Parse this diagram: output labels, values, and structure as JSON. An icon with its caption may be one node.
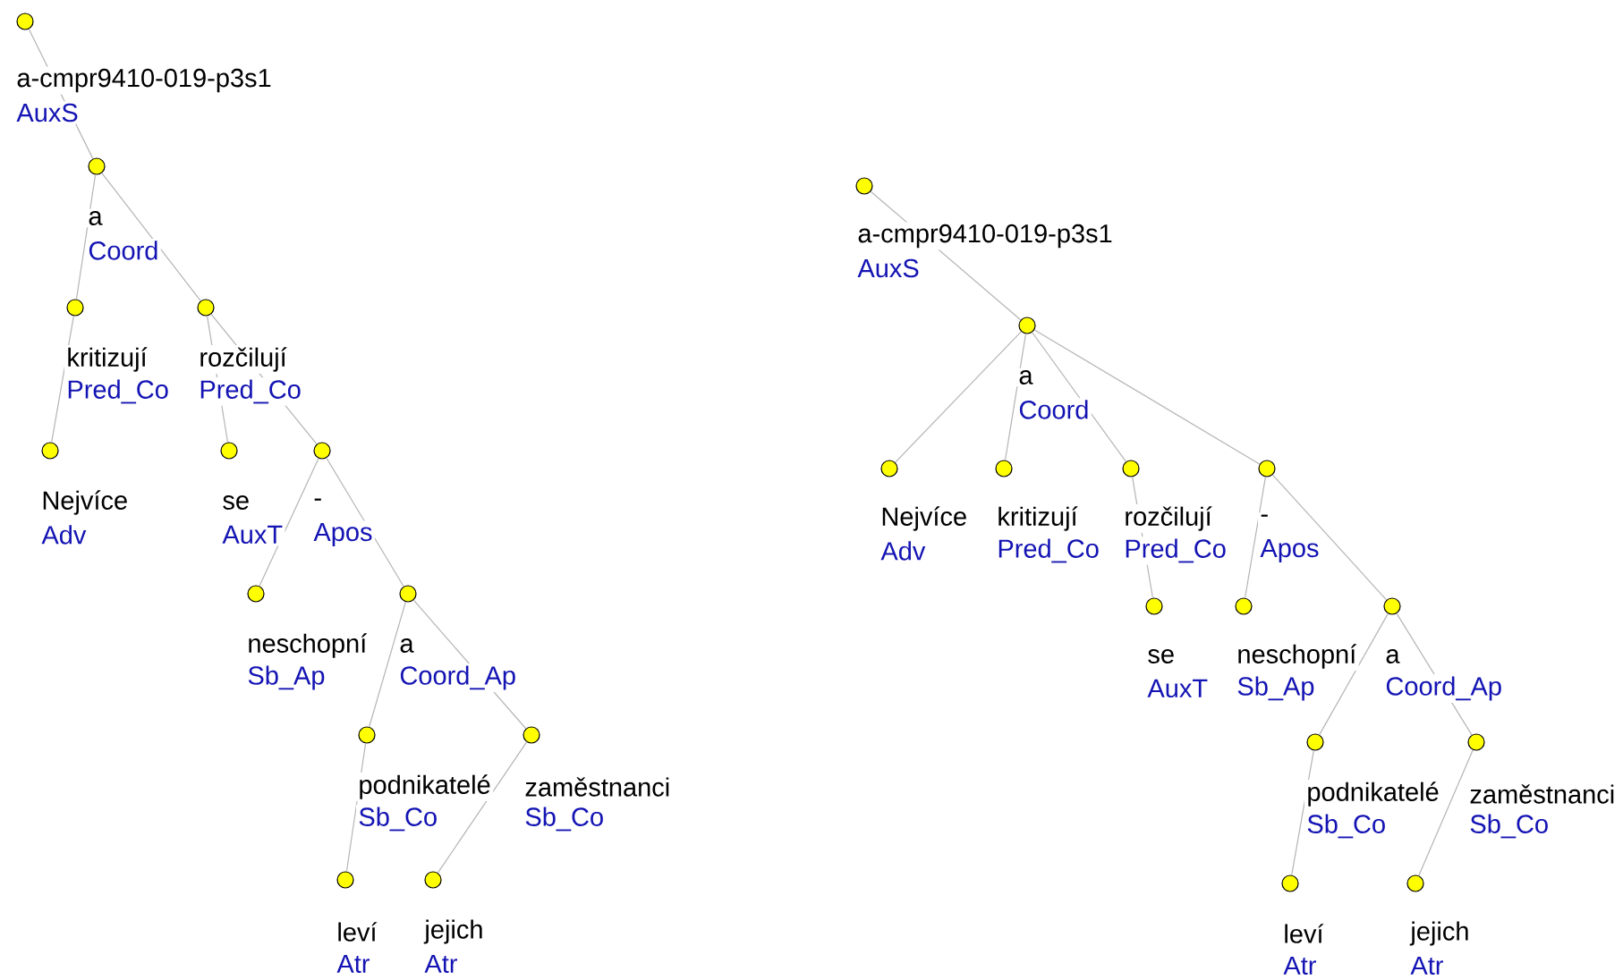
{
  "diagram": {
    "nodes": [
      {
        "text": [
          "a-cmpr9410-019-p3s1",
          "AuxS"
        ]
      },
      {
        "text": [
          "a",
          "Coord"
        ]
      },
      {
        "text": [
          "kritizují",
          "Pred_Co"
        ]
      },
      {
        "text": [
          "rozčilují",
          "Pred_Co"
        ]
      },
      {
        "text": [
          "Nejvíce",
          "Adv"
        ]
      },
      {
        "text": [
          "se",
          "AuxT"
        ]
      },
      {
        "text": [
          "-",
          "Apos"
        ]
      },
      {
        "text": [
          "neschopní",
          "Sb_Ap"
        ]
      },
      {
        "text": [
          "a",
          "Coord_Ap"
        ]
      },
      {
        "text": [
          "podnikatelé",
          "Sb_Co"
        ]
      },
      {
        "text": [
          "zaměstnanci",
          "Sb_Co"
        ]
      },
      {
        "text": [
          "leví",
          "Atr"
        ]
      },
      {
        "text": [
          "jejich",
          "Atr"
        ]
      },
      {
        "text": [
          "a-cmpr9410-019-p3s1",
          "AuxS"
        ]
      },
      {
        "text": [
          "a",
          "Coord"
        ]
      },
      {
        "text": [
          "Nejvíce",
          "Adv"
        ]
      },
      {
        "text": [
          "kritizují",
          "Pred_Co"
        ]
      },
      {
        "text": [
          "rozčilují",
          "Pred_Co"
        ]
      },
      {
        "text": [
          "-",
          "Apos"
        ]
      },
      {
        "text": [
          "se",
          "AuxT"
        ]
      },
      {
        "text": [
          "neschopní",
          "Sb_Ap"
        ]
      },
      {
        "text": [
          "a",
          "Coord_Ap"
        ]
      },
      {
        "text": [
          "podnikatelé",
          "Sb_Co"
        ]
      },
      {
        "text": [
          "zaměstnanci",
          "Sb_Co"
        ]
      },
      {
        "text": [
          "leví",
          "Atr"
        ]
      },
      {
        "text": [
          "jejich",
          "Atr"
        ]
      }
    ],
    "edges": [
      {
        "from": 0,
        "to": 1,
        "arrow": "none"
      },
      {
        "from": 1,
        "to": 2,
        "arrow": "none"
      },
      {
        "from": 1,
        "to": 3,
        "arrow": "none"
      },
      {
        "from": 2,
        "to": 4,
        "arrow": "none"
      },
      {
        "from": 3,
        "to": 5,
        "arrow": "none"
      },
      {
        "from": 3,
        "to": 6,
        "arrow": "none"
      },
      {
        "from": 6,
        "to": 7,
        "arrow": "none"
      },
      {
        "from": 6,
        "to": 8,
        "arrow": "none"
      },
      {
        "from": 8,
        "to": 9,
        "arrow": "none"
      },
      {
        "from": 8,
        "to": 10,
        "arrow": "none"
      },
      {
        "from": 9,
        "to": 11,
        "arrow": "none"
      },
      {
        "from": 10,
        "to": 12,
        "arrow": "none"
      },
      {
        "from": 13,
        "to": 14,
        "arrow": "none"
      },
      {
        "from": 14,
        "to": 15,
        "arrow": "none"
      },
      {
        "from": 14,
        "to": 16,
        "arrow": "none"
      },
      {
        "from": 14,
        "to": 17,
        "arrow": "none"
      },
      {
        "from": 14,
        "to": 18,
        "arrow": "none"
      },
      {
        "from": 17,
        "to": 19,
        "arrow": "none"
      },
      {
        "from": 18,
        "to": 20,
        "arrow": "none"
      },
      {
        "from": 18,
        "to": 21,
        "arrow": "none"
      },
      {
        "from": 21,
        "to": 22,
        "arrow": "none"
      },
      {
        "from": 21,
        "to": 23,
        "arrow": "none"
      },
      {
        "from": 22,
        "to": 24,
        "arrow": "none"
      },
      {
        "from": 23,
        "to": 25,
        "arrow": "none"
      }
    ]
  }
}
